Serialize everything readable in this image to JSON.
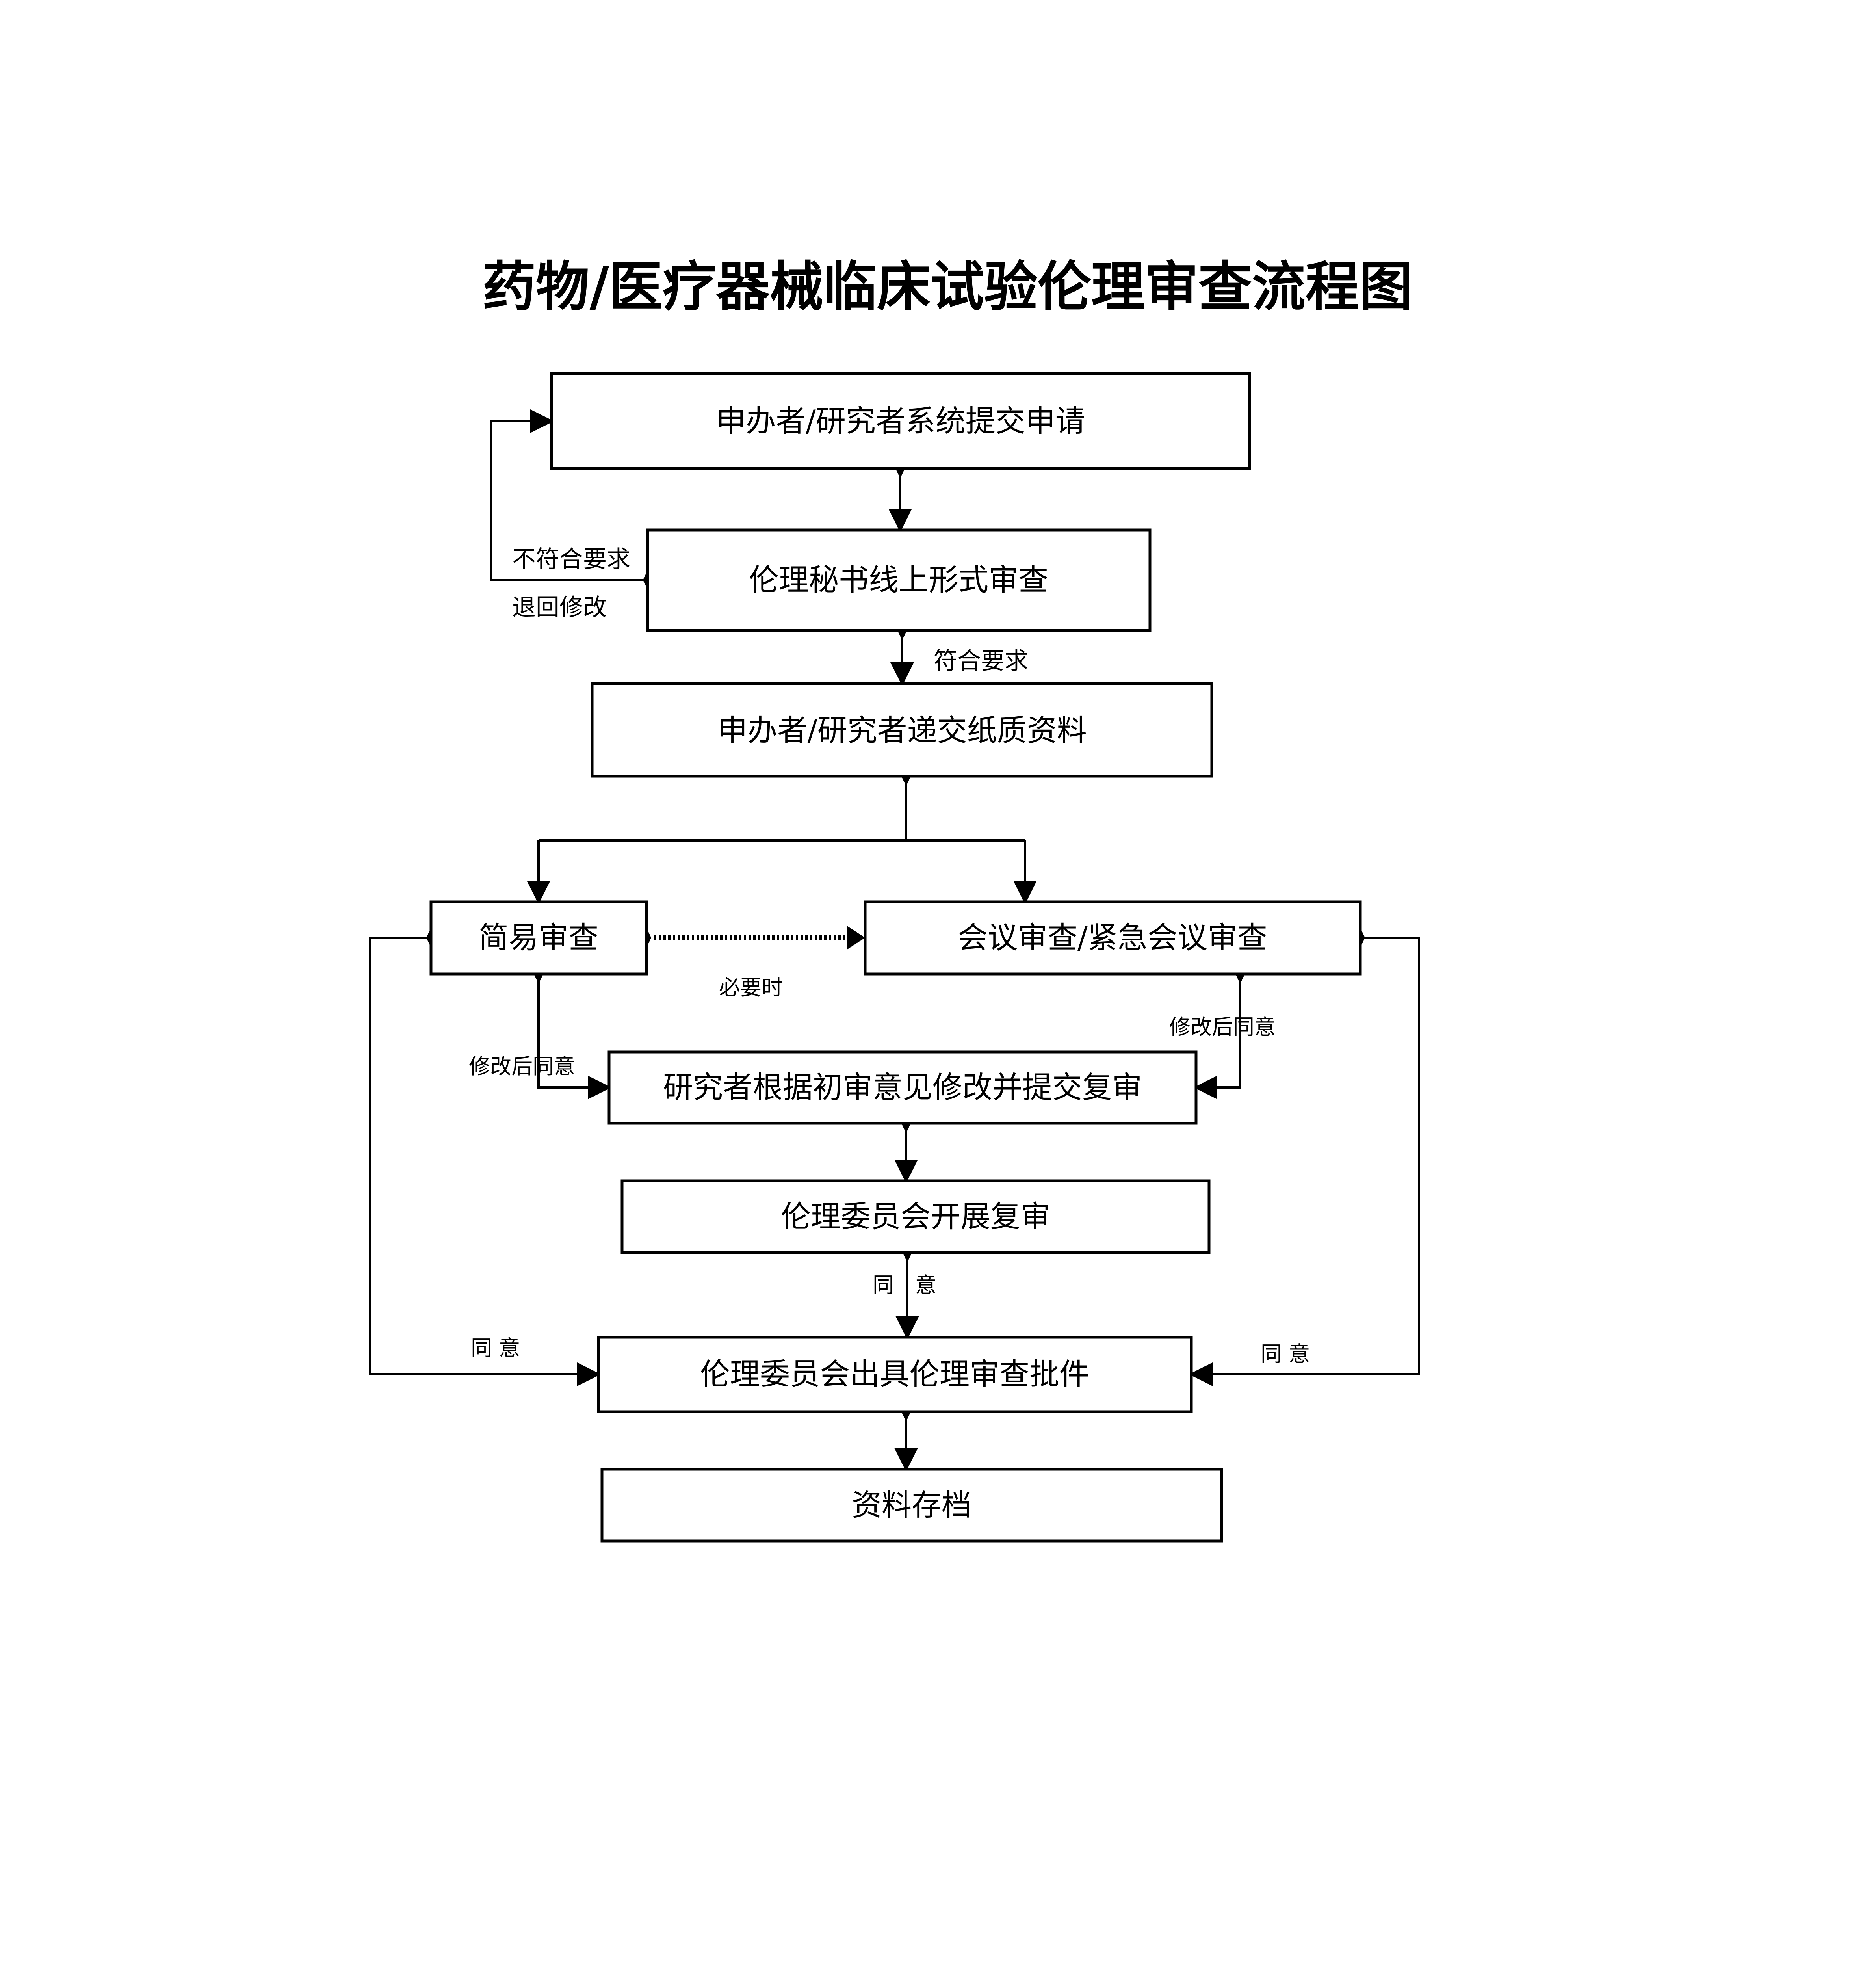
{
  "title": "药物/医疗器械临床试验伦理审查流程图",
  "nodes": {
    "submit": "申办者/研究者系统提交申请",
    "formal_review": "伦理秘书线上形式审查",
    "paper": "申办者/研究者递交纸质资料",
    "simple_review": "简易审查",
    "meeting_review": "会议审查/紧急会议审查",
    "revise": "研究者根据初审意见修改并提交复审",
    "re_review": "伦理委员会开展复审",
    "approval": "伦理委员会出具伦理审查批件",
    "archive": "资料存档"
  },
  "labels": {
    "not_meet_1": "不符合要求",
    "not_meet_2": "退回修改",
    "meets": "符合要求",
    "when_needed": "必要时",
    "agree_after_revise_left": "修改后同意",
    "agree_after_revise_right": "修改后同意",
    "agree_center": "同　意",
    "agree_left": "同 意",
    "agree_right": "同 意"
  },
  "colors": {
    "stroke": "#000000",
    "background": "#ffffff"
  }
}
